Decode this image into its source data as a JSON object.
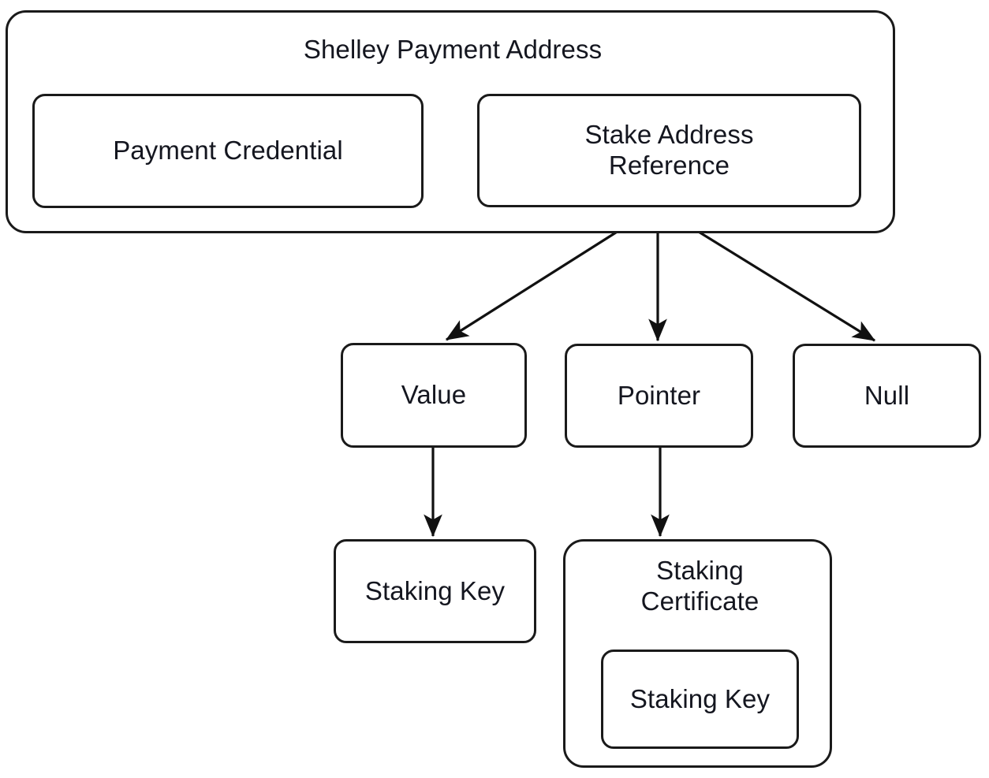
{
  "diagram": {
    "title": "Shelley Payment Address",
    "background_color": "#ffffff",
    "line_color": "#1a1a1a",
    "text_color": "#14161f",
    "nodes": {
      "shelley_payment_address": {
        "label": "Shelley Payment Address",
        "type": "container"
      },
      "payment_credential": {
        "label": "Payment Credential",
        "type": "box"
      },
      "stake_address_reference": {
        "label": "Stake Address\nReference",
        "type": "box"
      },
      "value": {
        "label": "Value",
        "type": "box"
      },
      "pointer": {
        "label": "Pointer",
        "type": "box"
      },
      "null": {
        "label": "Null",
        "type": "box"
      },
      "staking_key": {
        "label": "Staking Key",
        "type": "box"
      },
      "staking_certificate": {
        "label": "Staking\nCertificate",
        "type": "container"
      },
      "staking_certificate_key": {
        "label": "Staking Key",
        "type": "box"
      }
    },
    "edges": [
      {
        "from": "stake_address_reference",
        "to": "value",
        "arrow": "triangle"
      },
      {
        "from": "stake_address_reference",
        "to": "pointer",
        "arrow": "triangle"
      },
      {
        "from": "stake_address_reference",
        "to": "null",
        "arrow": "triangle"
      },
      {
        "from": "value",
        "to": "staking_key",
        "arrow": "triangle"
      },
      {
        "from": "pointer",
        "to": "staking_certificate",
        "arrow": "triangle"
      }
    ]
  }
}
